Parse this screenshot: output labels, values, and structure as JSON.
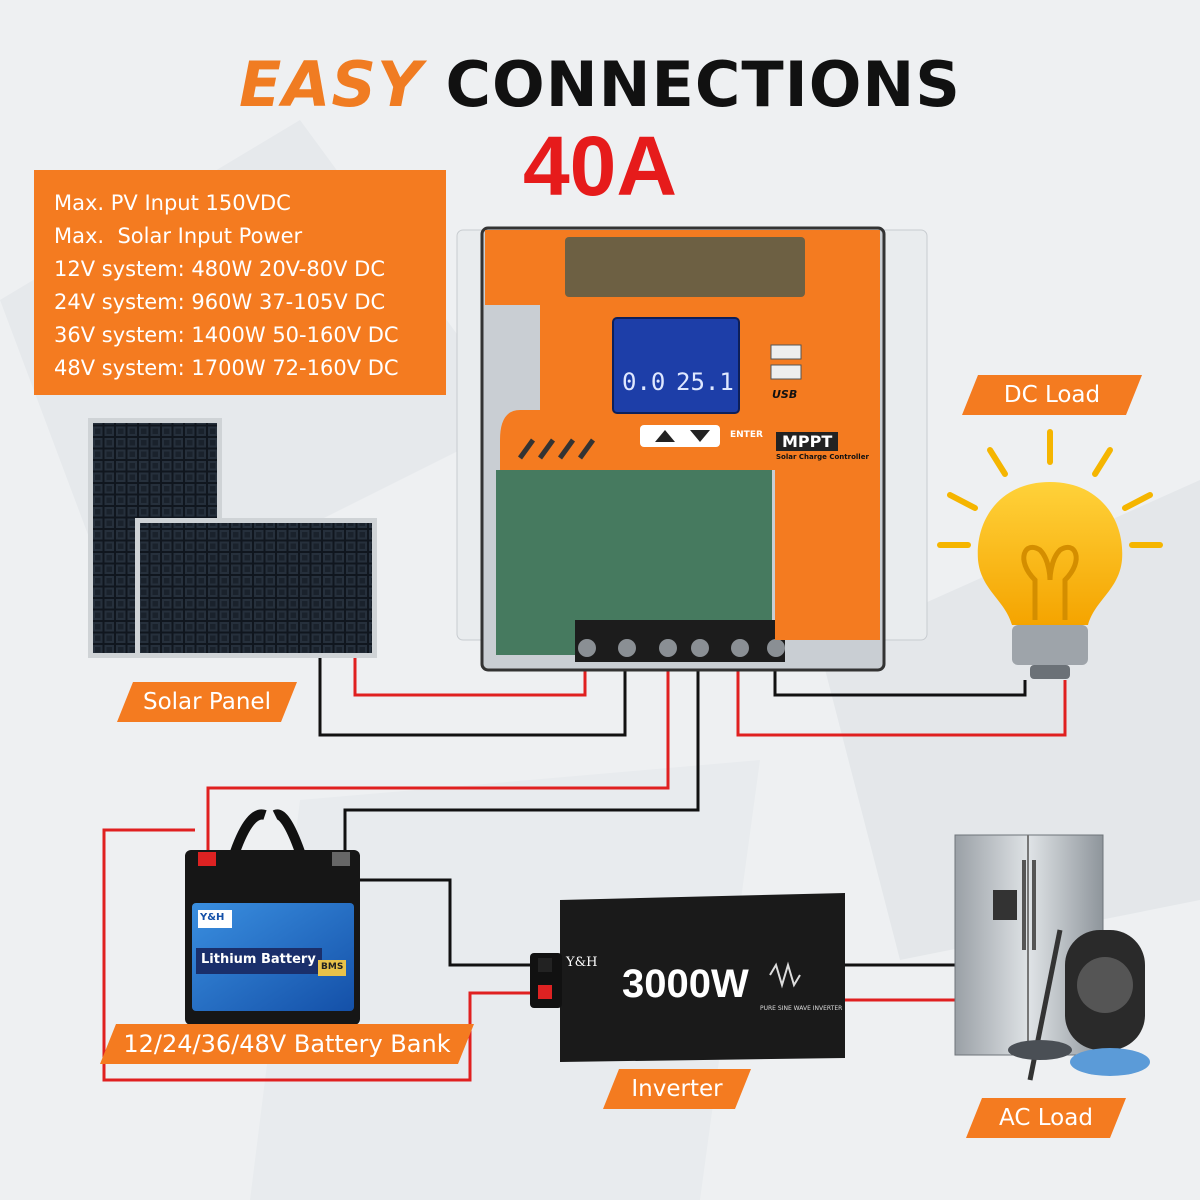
{
  "title": {
    "part1": "EASY",
    "part2": "CONNECTIONS"
  },
  "rating": "40A",
  "specs": [
    "Max. PV Input 150VDC",
    "Max.  Solar Input Power",
    "12V system: 480W 20V-80V DC",
    "24V system: 960W 37-105V DC",
    "36V system: 1400W 50-160V DC",
    "48V system: 1700W 72-160V DC"
  ],
  "labels": {
    "dc_load": "DC Load",
    "solar_panel": "Solar Panel",
    "battery_bank": "12/24/36/48V Battery Bank",
    "inverter": "Inverter",
    "ac_load": "AC Load"
  },
  "controller": {
    "lcd_left": "0.0",
    "lcd_right": "25.1",
    "usb": "USB",
    "brand": "MPPT",
    "subtitle": "Solar Charge Controller",
    "enter": "ENTER"
  },
  "battery": {
    "brand": "Y&H",
    "label": "Lithium Battery",
    "bms": "BMS"
  },
  "inverter_device": {
    "brand": "Y&H",
    "power": "3000W",
    "subtitle": "PURE SINE WAVE INVERTER"
  },
  "colors": {
    "orange": "#f47b20",
    "red_title": "#e61b1b",
    "wire_red": "#e02020",
    "wire_black": "#111111"
  }
}
